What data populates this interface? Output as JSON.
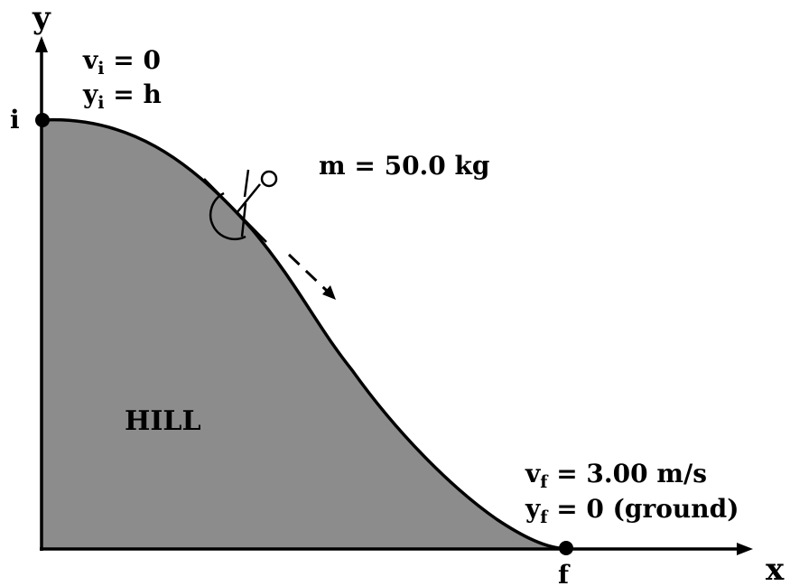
{
  "axes": {
    "y_label": "y",
    "x_label": "x"
  },
  "points": {
    "initial_label": "i",
    "final_label": "f"
  },
  "initial": {
    "v_symbol": "v",
    "v_sub": "i",
    "v_rhs": " = 0",
    "y_symbol": "y",
    "y_sub": "i",
    "y_rhs": " = h"
  },
  "final": {
    "v_symbol": "v",
    "v_sub": "f",
    "v_rhs": " = 3.00 m/s",
    "y_symbol": "y",
    "y_sub": "f",
    "y_rhs": " = 0 (ground)"
  },
  "mass": {
    "label": "m = 50.0 kg"
  },
  "hill": {
    "label": "HILL"
  },
  "colors": {
    "hill_fill": "#8c8c8c",
    "ink": "#000000"
  }
}
